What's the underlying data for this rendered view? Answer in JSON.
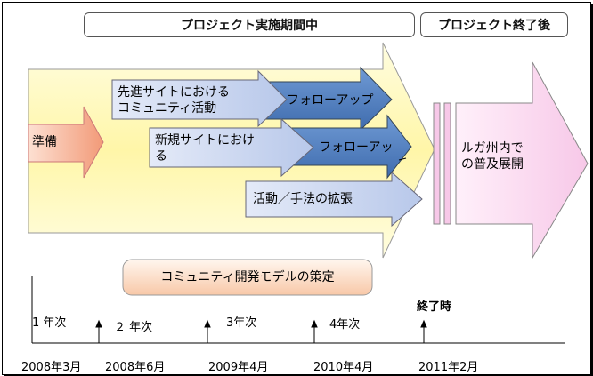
{
  "headers": {
    "during": "プロジェクト実施期間中",
    "after": "プロジェクト終了後"
  },
  "arrows": {
    "preparation": "準備",
    "advanced_site_activity": "先進サイトにおける\nコミュニティ活動",
    "advanced_followup": "フォローアップ",
    "new_site_activity": "新規サイトにおけ\nる",
    "new_followup": "フォローアッ",
    "method_expansion": "活動／手法の拡張",
    "province_expansion": "ルガ州内で\nの普及展開"
  },
  "model_box": "コミュニティ開発モデルの策定",
  "timeline": {
    "phases": [
      "1 年次",
      "２ 年次",
      "3年次",
      "4年次",
      "終了時"
    ],
    "dates": [
      "2008年3月",
      "2008年6月",
      "2009年4月",
      "2010年4月",
      "2011年2月"
    ]
  },
  "colors": {
    "big_arrow": "#fff7b0",
    "blue_box": "#c8d4ee",
    "blue_dark": "#4f7ec0",
    "pink": "#f7c8e8",
    "salmon": "#f4a486"
  }
}
